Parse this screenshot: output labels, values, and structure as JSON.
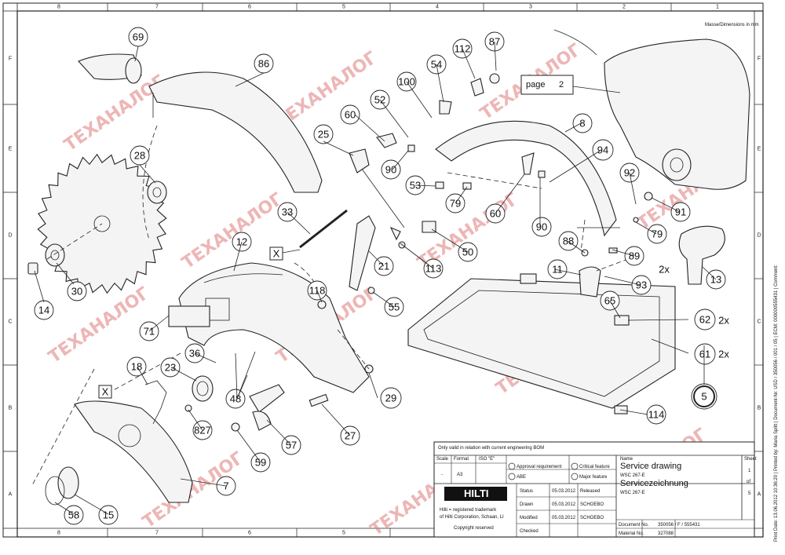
{
  "drawing": {
    "units_note": "Masse/Dimensions in mm",
    "side_strip": "Print Date: 13.06.2012 10:36:20 | Printed by: Maria Splitt | Document-Nr: USD / 350056 / 001 / 05 | ECM: 000000555431 | Comment:",
    "page_ref_prefix": "page",
    "page_ref_number": "2",
    "x_marker": "X",
    "qty_2x": "2x",
    "watermark": "ТЕХАНАЛОГ",
    "grid_top": [
      "8",
      "7",
      "6",
      "5",
      "4",
      "3",
      "2",
      "1"
    ],
    "grid_bottom": [
      "8",
      "7",
      "6",
      "5",
      "4",
      "3",
      "2",
      "1"
    ],
    "grid_side": [
      "F",
      "E",
      "D",
      "C",
      "B",
      "A"
    ],
    "parts": [
      {
        "n": "69"
      },
      {
        "n": "86"
      },
      {
        "n": "28"
      },
      {
        "n": "14"
      },
      {
        "n": "30"
      },
      {
        "n": "60"
      },
      {
        "n": "25"
      },
      {
        "n": "52"
      },
      {
        "n": "100"
      },
      {
        "n": "54"
      },
      {
        "n": "112"
      },
      {
        "n": "87"
      },
      {
        "n": "8"
      },
      {
        "n": "94"
      },
      {
        "n": "92"
      },
      {
        "n": "91"
      },
      {
        "n": "90"
      },
      {
        "n": "53"
      },
      {
        "n": "79"
      },
      {
        "n": "60"
      },
      {
        "n": "90"
      },
      {
        "n": "79"
      },
      {
        "n": "33"
      },
      {
        "n": "12"
      },
      {
        "n": "21"
      },
      {
        "n": "50"
      },
      {
        "n": "113"
      },
      {
        "n": "88"
      },
      {
        "n": "89"
      },
      {
        "n": "11"
      },
      {
        "n": "93"
      },
      {
        "n": "13"
      },
      {
        "n": "118"
      },
      {
        "n": "55"
      },
      {
        "n": "65"
      },
      {
        "n": "62"
      },
      {
        "n": "61"
      },
      {
        "n": "5"
      },
      {
        "n": "71"
      },
      {
        "n": "36"
      },
      {
        "n": "18"
      },
      {
        "n": "23"
      },
      {
        "n": "48"
      },
      {
        "n": "29"
      },
      {
        "n": "827"
      },
      {
        "n": "114"
      },
      {
        "n": "27"
      },
      {
        "n": "57"
      },
      {
        "n": "59"
      },
      {
        "n": "7"
      },
      {
        "n": "58"
      },
      {
        "n": "15"
      }
    ]
  },
  "title_block": {
    "notice": "Only valid in relation with current engineering BOM",
    "scale_label": "Scale",
    "scale_value": "-",
    "format_label": "Format",
    "format_value": "A3",
    "iso_label": "ISO \"E\"",
    "approval_label": "Approval requirement",
    "critical_label": "Critical feature",
    "abe_label": "ABE",
    "major_label": "Major feature",
    "name_label": "Name",
    "name_en": "Service drawing",
    "product_1": "WSC 267-E",
    "name_de": "Servicezeichnung",
    "product_2": "WSC 267-E",
    "sheet_label": "Sheet",
    "sheet_number": "1",
    "sheet_of": "of",
    "sheet_total": "5",
    "status_label": "Status",
    "status_date": "05.03.2012",
    "status_value": "Released",
    "drawn_label": "Drawn",
    "drawn_date": "05.03.2012",
    "drawn_by": "SCHOEBO",
    "modified_label": "Modified",
    "modified_date": "05.03.2012",
    "modified_by": "SCHOEBO",
    "checked_label": "Checked",
    "document_label": "Document No.",
    "document_value": "350056 / F / 555431",
    "material_label": "Material No.",
    "material_value": "327088",
    "brand": "HILTI",
    "trademark_line1": "Hilti = registered trademark",
    "trademark_line2": "of Hilti Corporation, Schaan, LI",
    "copyright": "Copyright reserved"
  },
  "colors": {
    "line": "#222222",
    "watermark": "#e07b7b",
    "brand_bg": "#111111"
  }
}
